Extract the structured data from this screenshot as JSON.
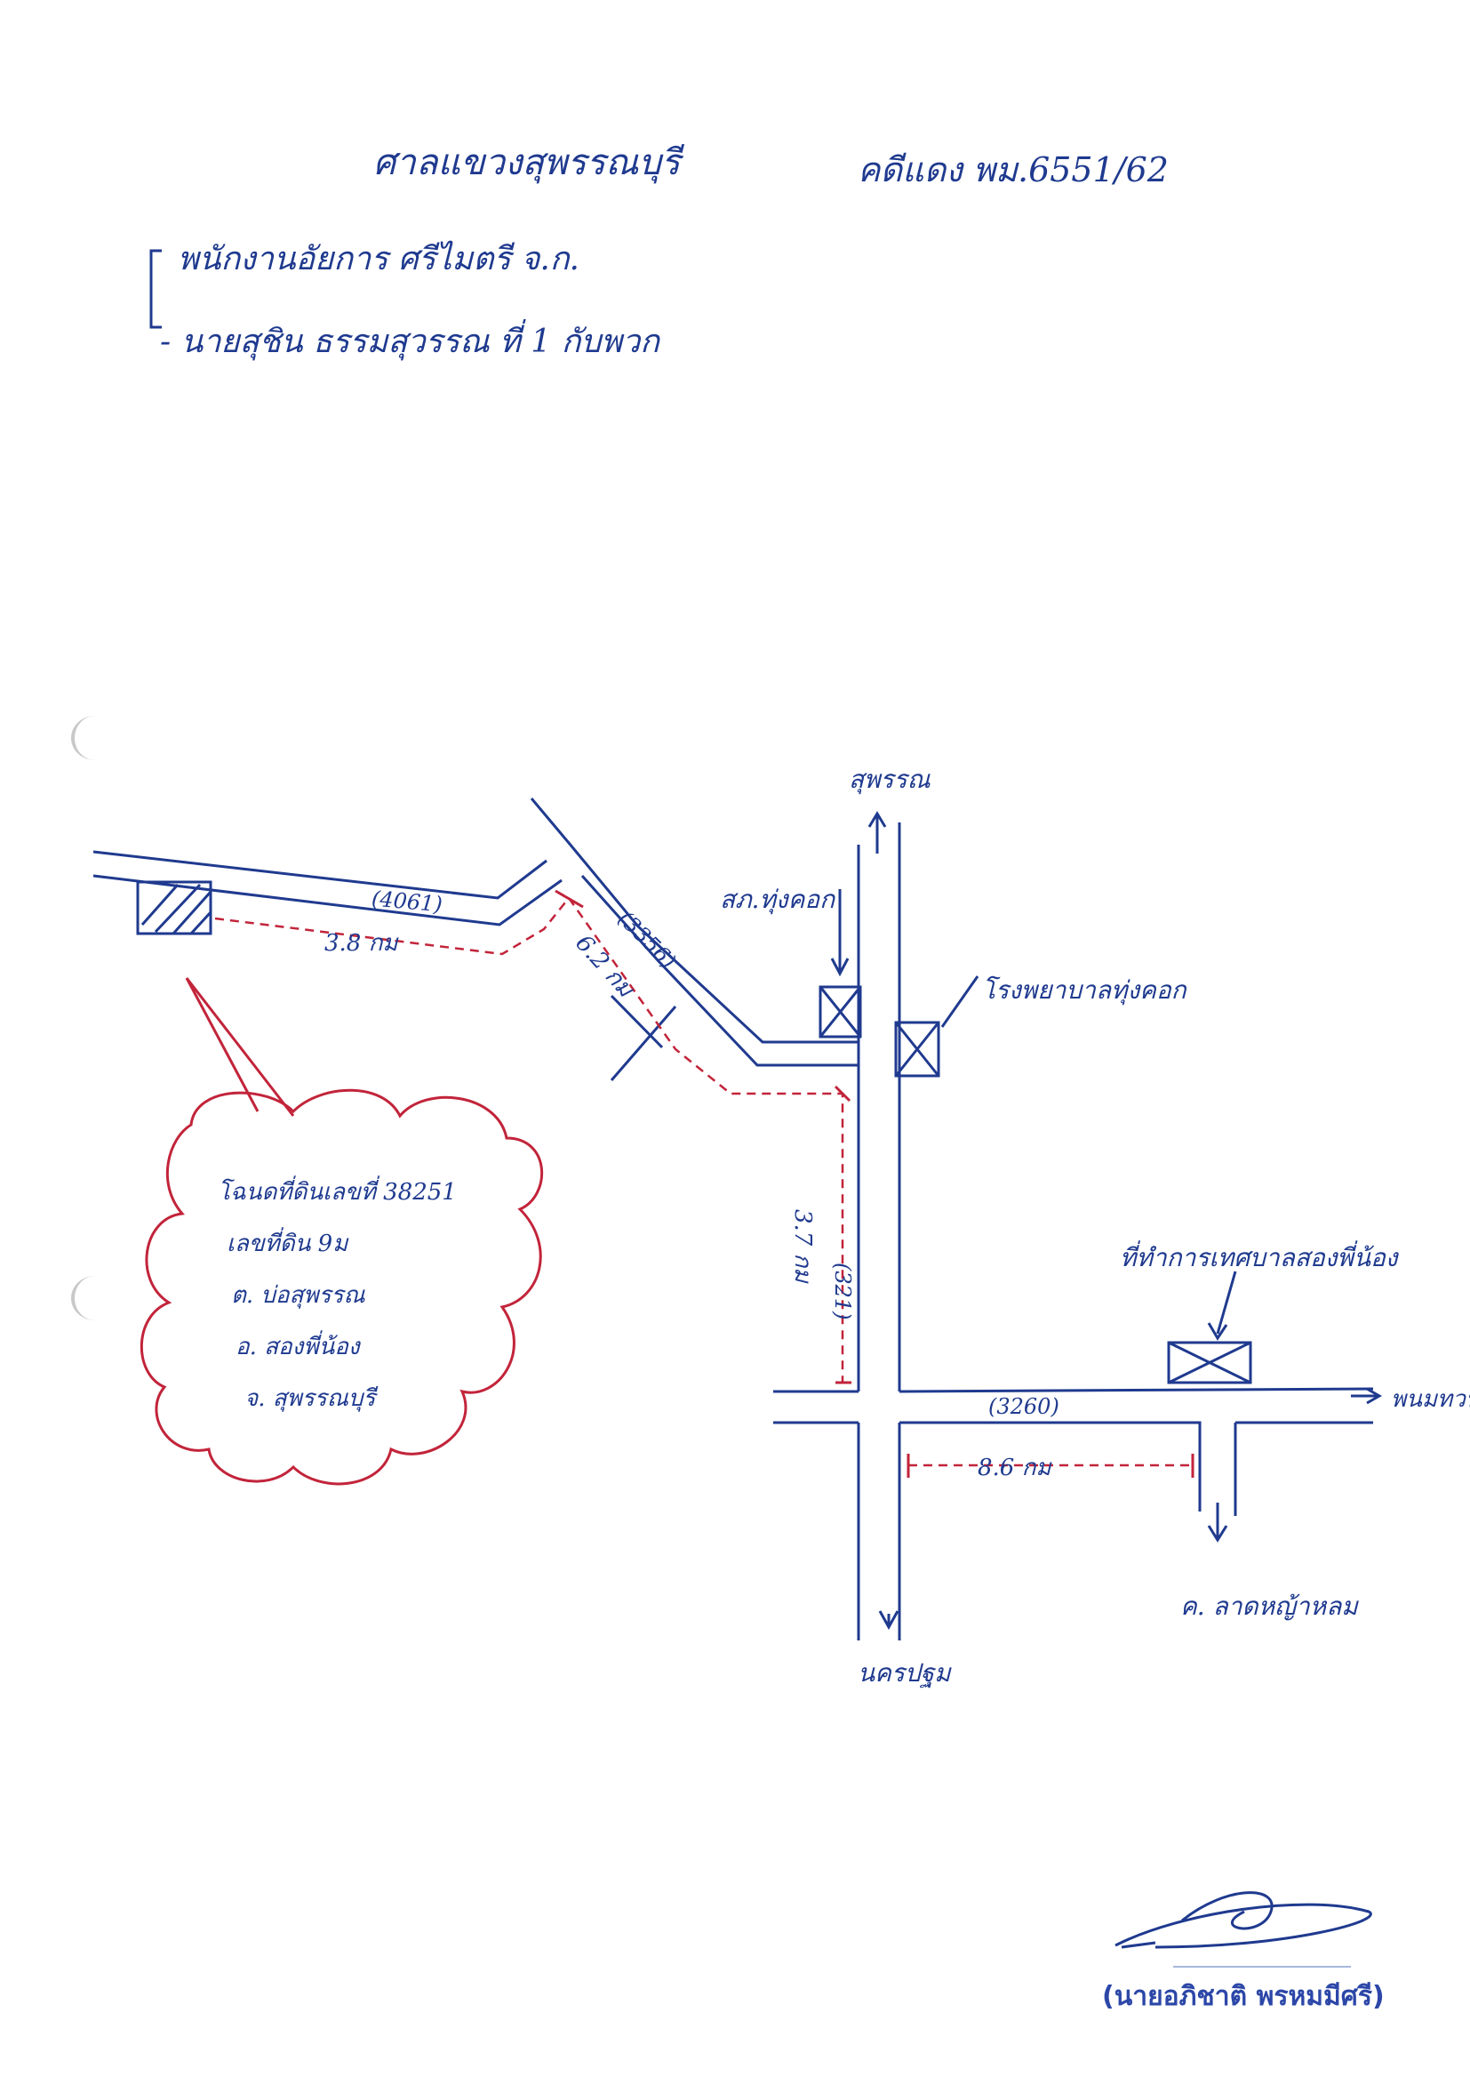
{
  "header": {
    "court": "ศาลแขวงสุพรรณบุรี",
    "case_no": "คดีแดง พม.6551/62",
    "line1": "พนักงานอัยการ ศรีไมตรี จ.ก.",
    "line2": "- นายสุชิน ธรรมสุวรรณ ที่ 1 กับพวก"
  },
  "map": {
    "roads": {
      "r4061": "(4061)",
      "r3356": "(3356)",
      "r321": "(321)",
      "r3260": "(3260)"
    },
    "distances": {
      "d1": "3.8 กม",
      "d2": "6.2 กม",
      "d3": "3.7 กม",
      "d4": "8.6 กม"
    },
    "places": {
      "north": "สุพรรณ",
      "south": "นครปฐม",
      "east": "พนมทวน",
      "police": "สภ.ทุ่งคอก",
      "hospital": "โรงพยาบาลทุ่งคอก",
      "district_south": "ค. ลาดหญ้าหลม",
      "scene": "ที่ทำการเทศบาลสองพี่น้อง"
    },
    "cloud": {
      "line1": "โฉนดที่ดินเลขที่ 38251",
      "line2": "เลขที่ดิน 9ม",
      "line3": "ต. บ่อสุพรรณ",
      "line4": "อ. สองพี่น้อง",
      "line5": "จ. สุพรรณบุรี"
    }
  },
  "signature": {
    "name": "(นายอภิชาติ พรหมมีศรี)"
  }
}
